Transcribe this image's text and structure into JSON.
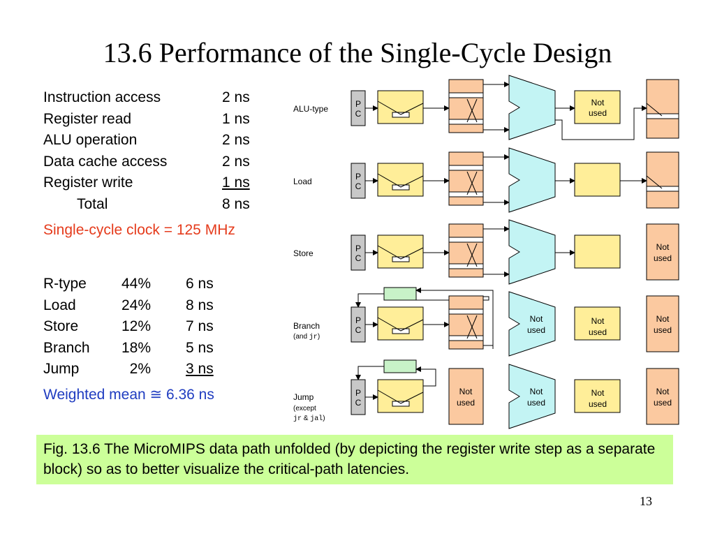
{
  "title": "13.6  Performance of the Single-Cycle Design",
  "timing": [
    {
      "label": "Instruction access",
      "value": "2 ns"
    },
    {
      "label": "Register read",
      "value": "1 ns"
    },
    {
      "label": "ALU operation",
      "value": "2 ns"
    },
    {
      "label": "Data cache access",
      "value": "2 ns"
    },
    {
      "label": "Register write",
      "value": "1 ns"
    },
    {
      "label": "Total",
      "value": "8 ns"
    }
  ],
  "clock": "Single-cycle clock = 125 MHz",
  "mix": [
    {
      "type": "R-type",
      "pct": "44%",
      "time": "6 ns"
    },
    {
      "type": "Load",
      "pct": "24%",
      "time": "8 ns"
    },
    {
      "type": "Store",
      "pct": "12%",
      "time": "7 ns"
    },
    {
      "type": "Branch",
      "pct": "18%",
      "time": "5 ns"
    },
    {
      "type": "Jump",
      "pct": "2%",
      "time": "3 ns"
    }
  ],
  "weighted_mean": "Weighted mean ≅ 6.36 ns",
  "diagram": {
    "rows": [
      {
        "label": "ALU-type"
      },
      {
        "label": "Load"
      },
      {
        "label": "Store"
      },
      {
        "label": "Branch",
        "sub_prefix": "(and ",
        "sub_code": "jr",
        "sub_suffix": ")"
      },
      {
        "label": "Jump",
        "sub_line1": "(except",
        "sub_code1": "jr",
        "sub_amp": " & ",
        "sub_code2": "jal",
        "sub_suffix": ")"
      }
    ],
    "pc_letter_1": "P",
    "pc_letter_2": "C",
    "not_line1": "Not",
    "not_line2": "used",
    "colors": {
      "instruction_cache": "#ffee99",
      "register_file": "#fbc9a0",
      "alu": "#c3f4f4",
      "adder": "#c8f2c8",
      "pc": "#c8c8c8"
    }
  },
  "caption": "Fig. 13.6    The MicroMIPS data path unfolded (by depicting the register write step as a separate block) so as to better visualize the critical-path latencies.",
  "page_number": "13"
}
